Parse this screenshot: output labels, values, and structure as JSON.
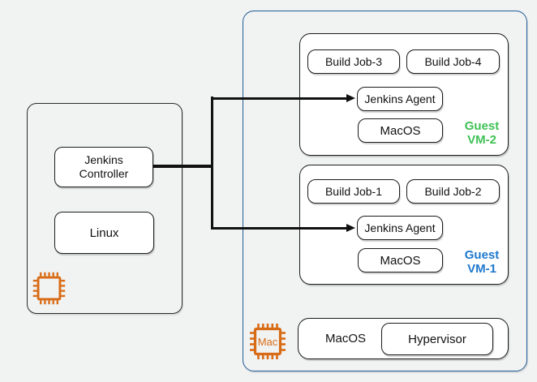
{
  "colors": {
    "background": "#f1f2f2",
    "box_border": "#1b1b1b",
    "mac_host_border": "#1f5b99",
    "guest_vm2_label": "#3fc155",
    "guest_vm1_label": "#1e78cc",
    "chip_orange": "#d86b15",
    "connector": "#111111"
  },
  "left_host": {
    "controller": "Jenkins Controller",
    "os": "Linux",
    "chip_icon": "cpu-chip-icon"
  },
  "mac_host": {
    "chip_label": "Mac",
    "vm2": {
      "jobs": [
        "Build Job-3",
        "Build Job-4"
      ],
      "agent": "Jenkins Agent",
      "os": "MacOS",
      "label": "Guest VM-2"
    },
    "vm1": {
      "jobs": [
        "Build Job-1",
        "Build Job-2"
      ],
      "agent": "Jenkins Agent",
      "os": "MacOS",
      "label": "Guest VM-1"
    },
    "host_os": {
      "os": "MacOS",
      "hypervisor": "Hypervisor"
    }
  }
}
